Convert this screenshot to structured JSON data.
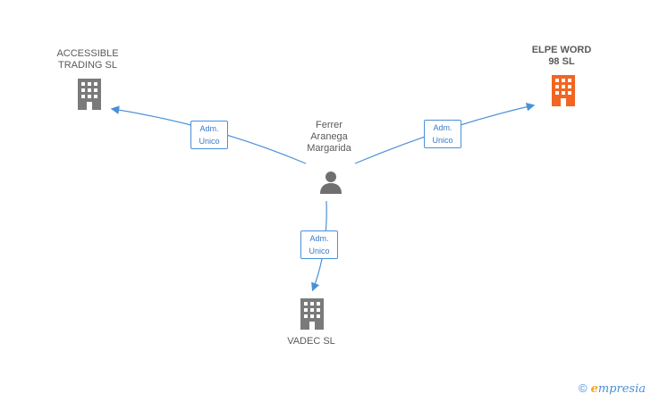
{
  "nodes": {
    "center": {
      "name": "Ferrer\nAranega\nMargarida",
      "icon": "person-icon"
    },
    "left": {
      "name": "ACCESSIBLE\nTRADING SL",
      "icon": "building-icon"
    },
    "right": {
      "name": "ELPE WORD\n98 SL",
      "icon": "building-icon",
      "color": "#f26522"
    },
    "bottom": {
      "name": "VADEC SL",
      "icon": "building-icon"
    }
  },
  "edges": {
    "left": {
      "label": "Adm.\nUnico"
    },
    "right": {
      "label": "Adm.\nUnico"
    },
    "bottom": {
      "label": "Adm.\nUnico"
    }
  },
  "colors": {
    "edge": "#4a90d9",
    "building": "#7a7a7a",
    "highlight": "#f26522",
    "person": "#6f6f6f"
  },
  "watermark": {
    "copyright": "©",
    "brand_initial": "e",
    "brand_rest": "mpresia"
  }
}
